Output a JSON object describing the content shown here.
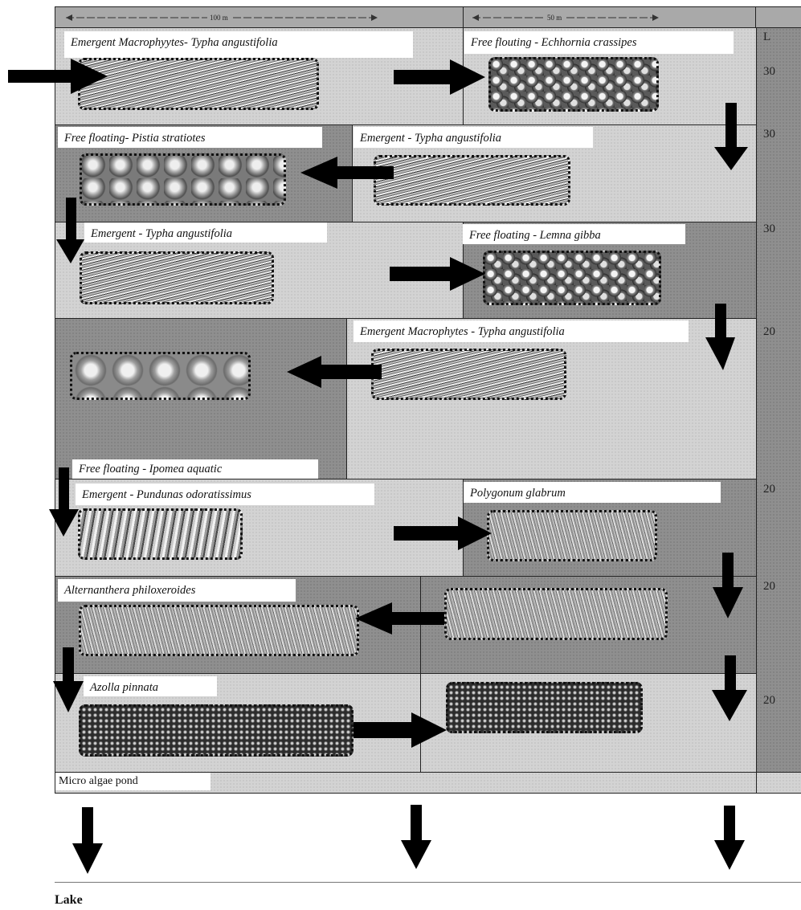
{
  "scale_labels": {
    "left": "100 m",
    "right": "50 m"
  },
  "side_column": {
    "letter": "L",
    "values": [
      "30",
      "30",
      "30",
      "20",
      "20",
      "20",
      "20"
    ]
  },
  "labels": {
    "r1_left": "Emergent Macrophyytes- Typha angustifolia",
    "r1_right": "Free flouting - Echhornia crassipes",
    "r2_left": "Free floating- Pistia stratiotes",
    "r2_right": "Emergent - Typha angustifolia",
    "r3_left": "Emergent - Typha angustifolia",
    "r3_right": "Free floating - Lemna gibba",
    "r4_right": "Emergent Macrophytes - Typha angustifolia",
    "r4_bottom": "Free floating - Ipomea aquatic",
    "r5_left": "Emergent - Pundunas odoratissimus",
    "r5_right": "Polygonum glabrum",
    "r6_left": "Alternanthera philoxeroides",
    "r7_left": "Azolla pinnata",
    "micro": "Micro algae pond",
    "lake": "Lake"
  },
  "plant_images": [
    "typha-image",
    "echhornia-image",
    "pistia-image",
    "typha-image",
    "typha-image",
    "lemna-image",
    "ipomea-image",
    "typha-image",
    "pandanus-image",
    "polygonum-image",
    "alternanthera-image",
    "alternanthera-image",
    "azolla-image",
    "azolla-image"
  ]
}
